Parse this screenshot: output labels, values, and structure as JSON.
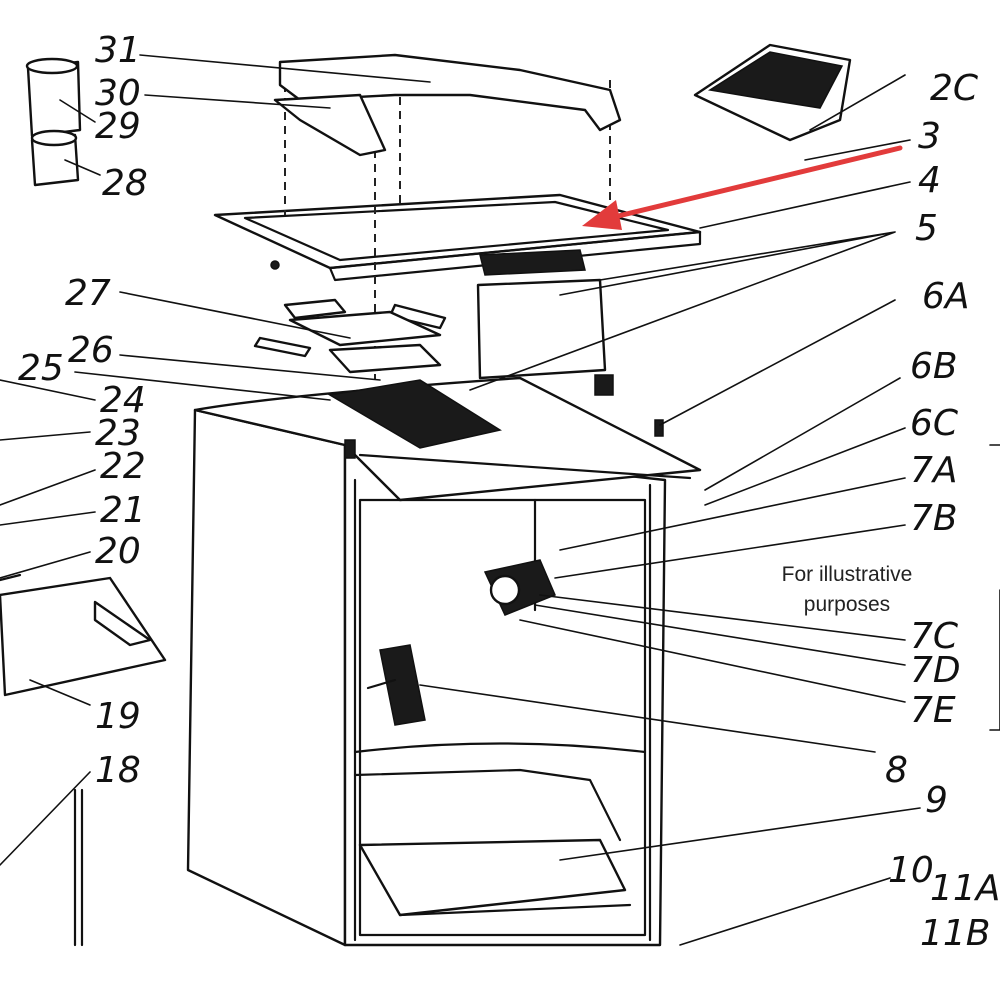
{
  "note": {
    "line1": "For illustrative",
    "line2": "purposes"
  },
  "callouts": {
    "c31": "31",
    "c30": "30",
    "c29": "29",
    "c28": "28",
    "c2": "2C",
    "c3": "3",
    "c4": "4",
    "c5": "5",
    "c6a": "6A",
    "c6b": "6B",
    "c6c": "6C",
    "c7a": "7A",
    "c7b": "7B",
    "c7c": "7C",
    "c7d": "7D",
    "c7e": "7E",
    "c8": "8",
    "c9": "9",
    "c10": "10",
    "c11a": "11A",
    "c11b": "11B",
    "c27": "27",
    "c26": "26",
    "c25": "25",
    "c24": "24",
    "c23": "23",
    "c22": "22",
    "c21": "21",
    "c20": "20",
    "c19": "19",
    "c18": "18"
  },
  "colors": {
    "highlight_arrow": "#e23b3b",
    "line_art": "#111111"
  }
}
